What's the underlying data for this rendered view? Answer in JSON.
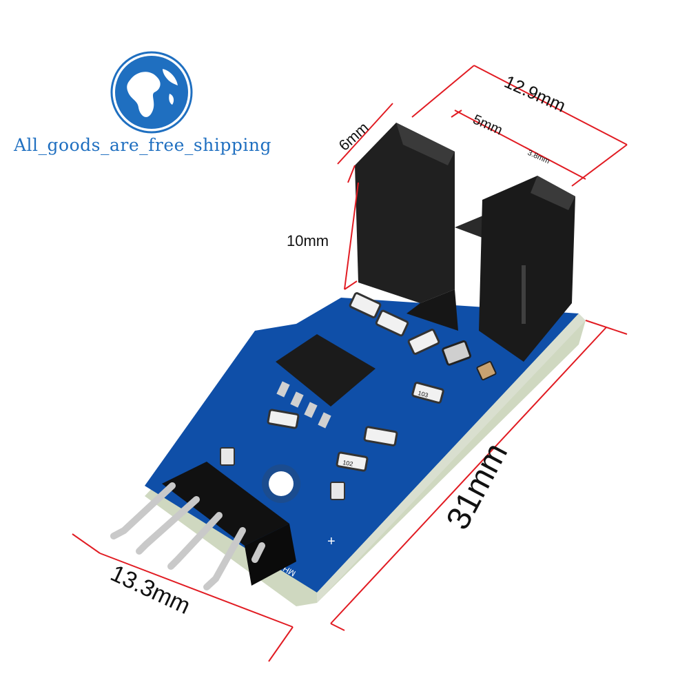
{
  "brand": {
    "tagline": "All_goods_are_free_shipping",
    "logo": "globe-logo-icon",
    "color": "#1f6fc0"
  },
  "dimensions": {
    "top_width": "12.9mm",
    "slot_width": "5mm",
    "arm_width": "3.8mm",
    "depth": "6mm",
    "height": "10mm",
    "length": "31mm",
    "board_width": "13.3mm"
  },
  "board_labels": {
    "component_a": "103",
    "component_b": "102",
    "power_mark": "+",
    "pin_mark": "MH"
  },
  "colors": {
    "dimension_line": "#e11b22",
    "pcb": "#0f4fa8",
    "sensor": "#1b1b1b",
    "pins": "#c9c9c9"
  }
}
